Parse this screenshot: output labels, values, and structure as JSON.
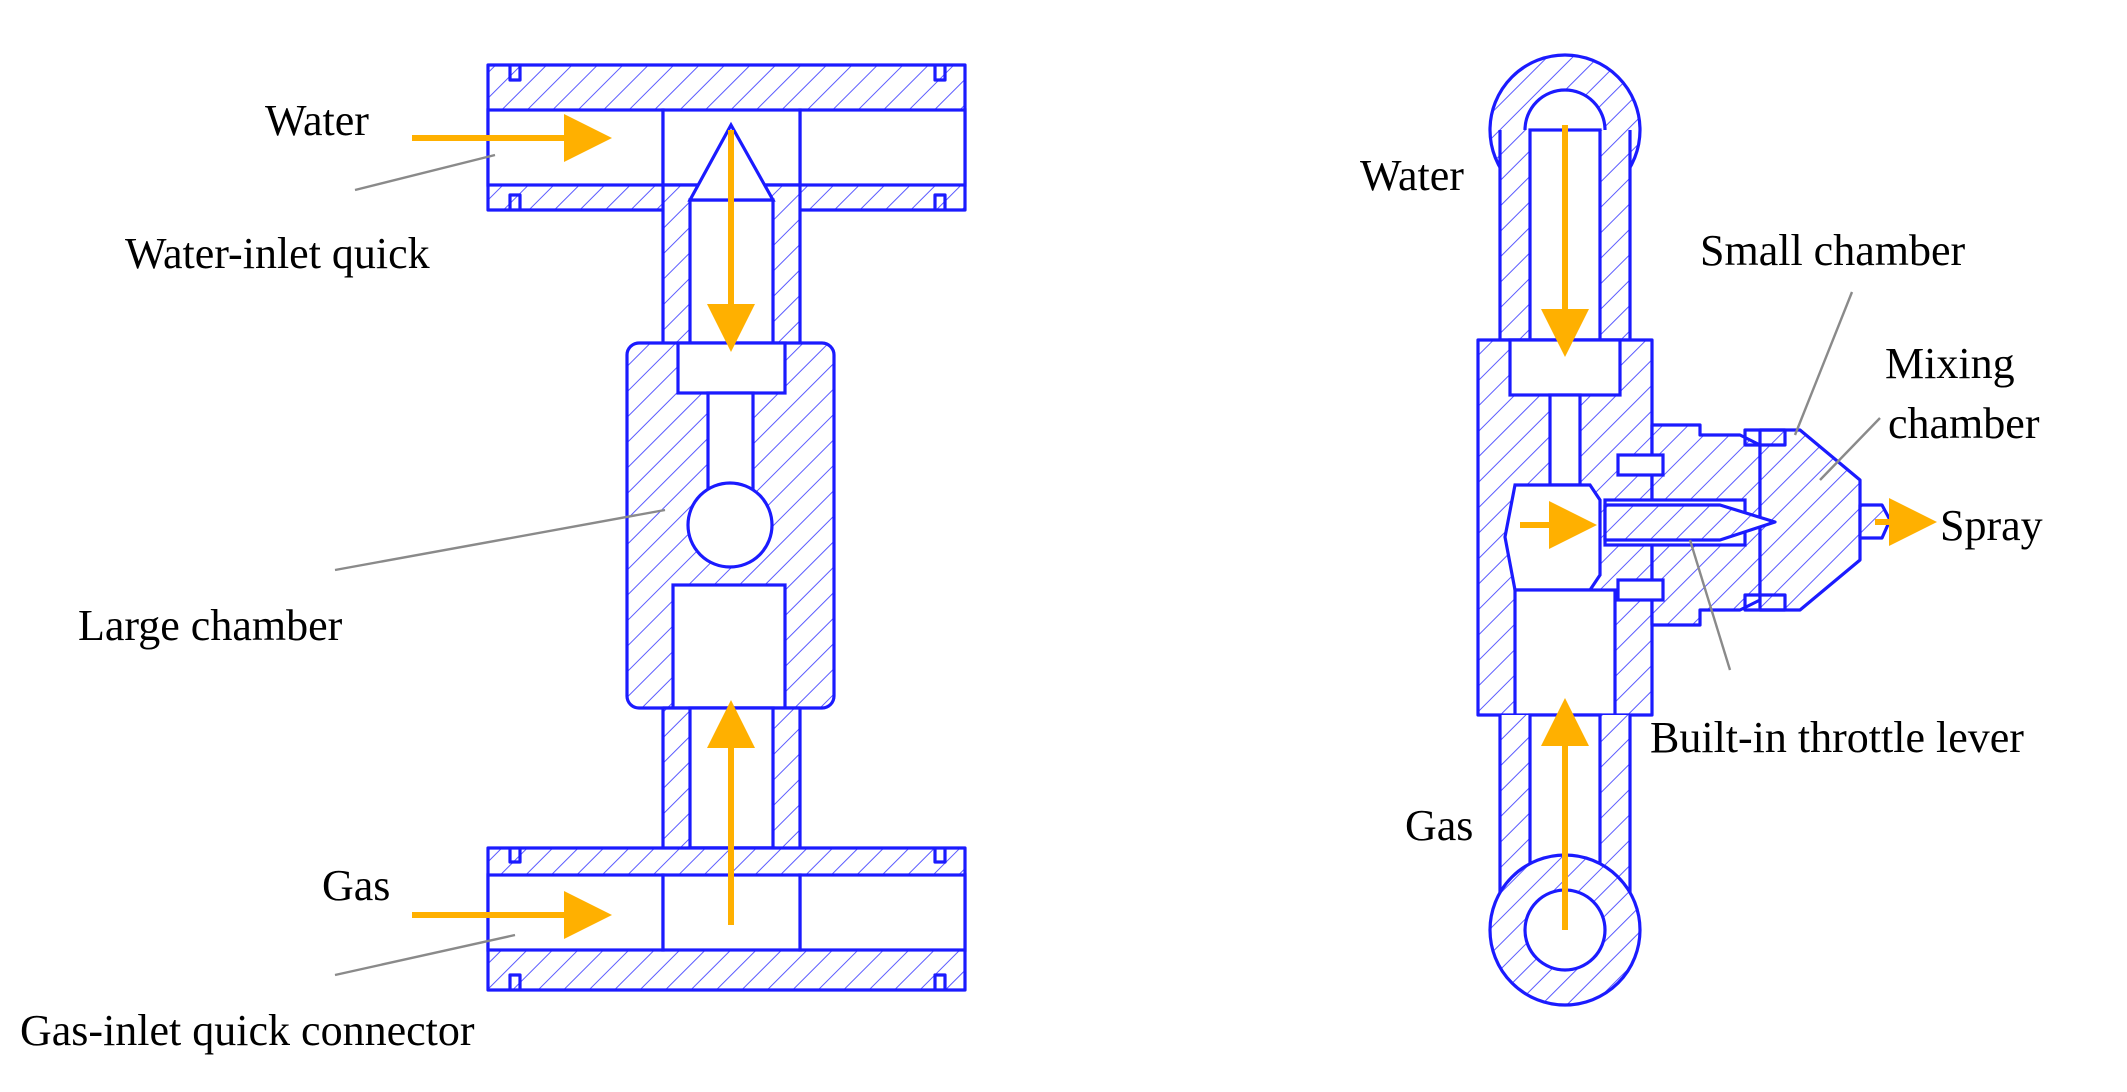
{
  "labels": {
    "left": {
      "water": "Water",
      "water_inlet": "Water-inlet quick",
      "large_chamber": "Large chamber",
      "gas": "Gas",
      "gas_inlet": "Gas-inlet quick connector"
    },
    "right": {
      "water": "Water",
      "small_chamber": "Small chamber",
      "mixing_1": "Mixing",
      "mixing_2": "chamber",
      "spray": "Spray",
      "throttle": "Built-in throttle lever",
      "gas": "Gas"
    }
  },
  "colors": {
    "outline": "#1b1bff",
    "flow_arrow": "#ffb000",
    "leader_line": "#8a8a8a",
    "hatch": "#5b5bff"
  }
}
